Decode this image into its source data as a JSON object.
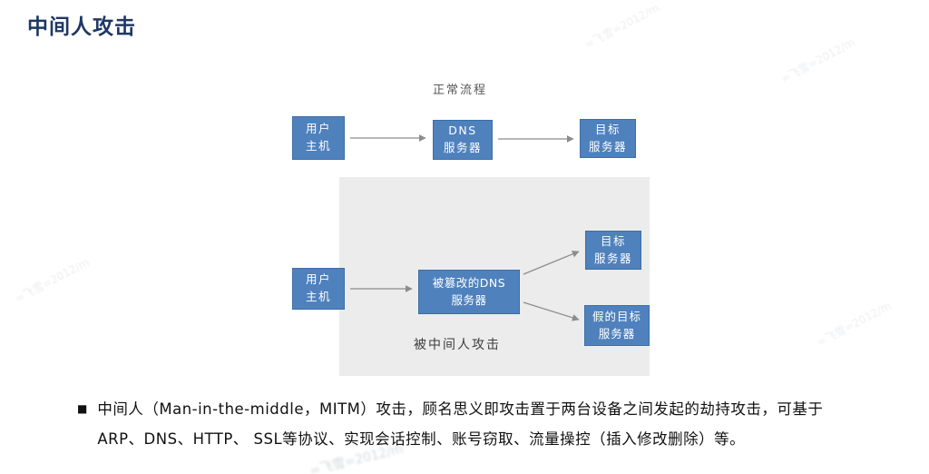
{
  "page": {
    "title": "中间人攻击"
  },
  "diagram": {
    "normal_flow_label": "正常流程",
    "attacked_flow_label": "被中间人攻击",
    "nodes": {
      "user_host_normal": [
        "用户",
        "主机"
      ],
      "dns_server": [
        "DNS",
        "服务器"
      ],
      "target_server_normal": [
        "目标",
        "服务器"
      ],
      "user_host_attacked": [
        "用户",
        "主机"
      ],
      "tampered_dns_server": [
        "被篡改的DNS",
        "服务器"
      ],
      "target_server_attacked": [
        "目标",
        "服务器"
      ],
      "fake_target_server": [
        "假的目标",
        "服务器"
      ]
    },
    "colors": {
      "title": "#1f3864",
      "node_fill": "#4f81bd",
      "node_border": "#3d6ea5",
      "arrow": "#8c8c8c",
      "panel_bg": "#ececec"
    }
  },
  "notes": {
    "marker": "■",
    "line1": "中间人（Man-in-the-middle，MITM）攻击，顾名思义即攻击置于两台设备之间发起的劫持攻击，可基于",
    "line2": "ARP、DNS、HTTP、 SSL等协议、实现会话控制、账号窃取、流量操控（插入修改删除）等。"
  },
  "watermark": {
    "text": "=飞雪=2012/m"
  }
}
